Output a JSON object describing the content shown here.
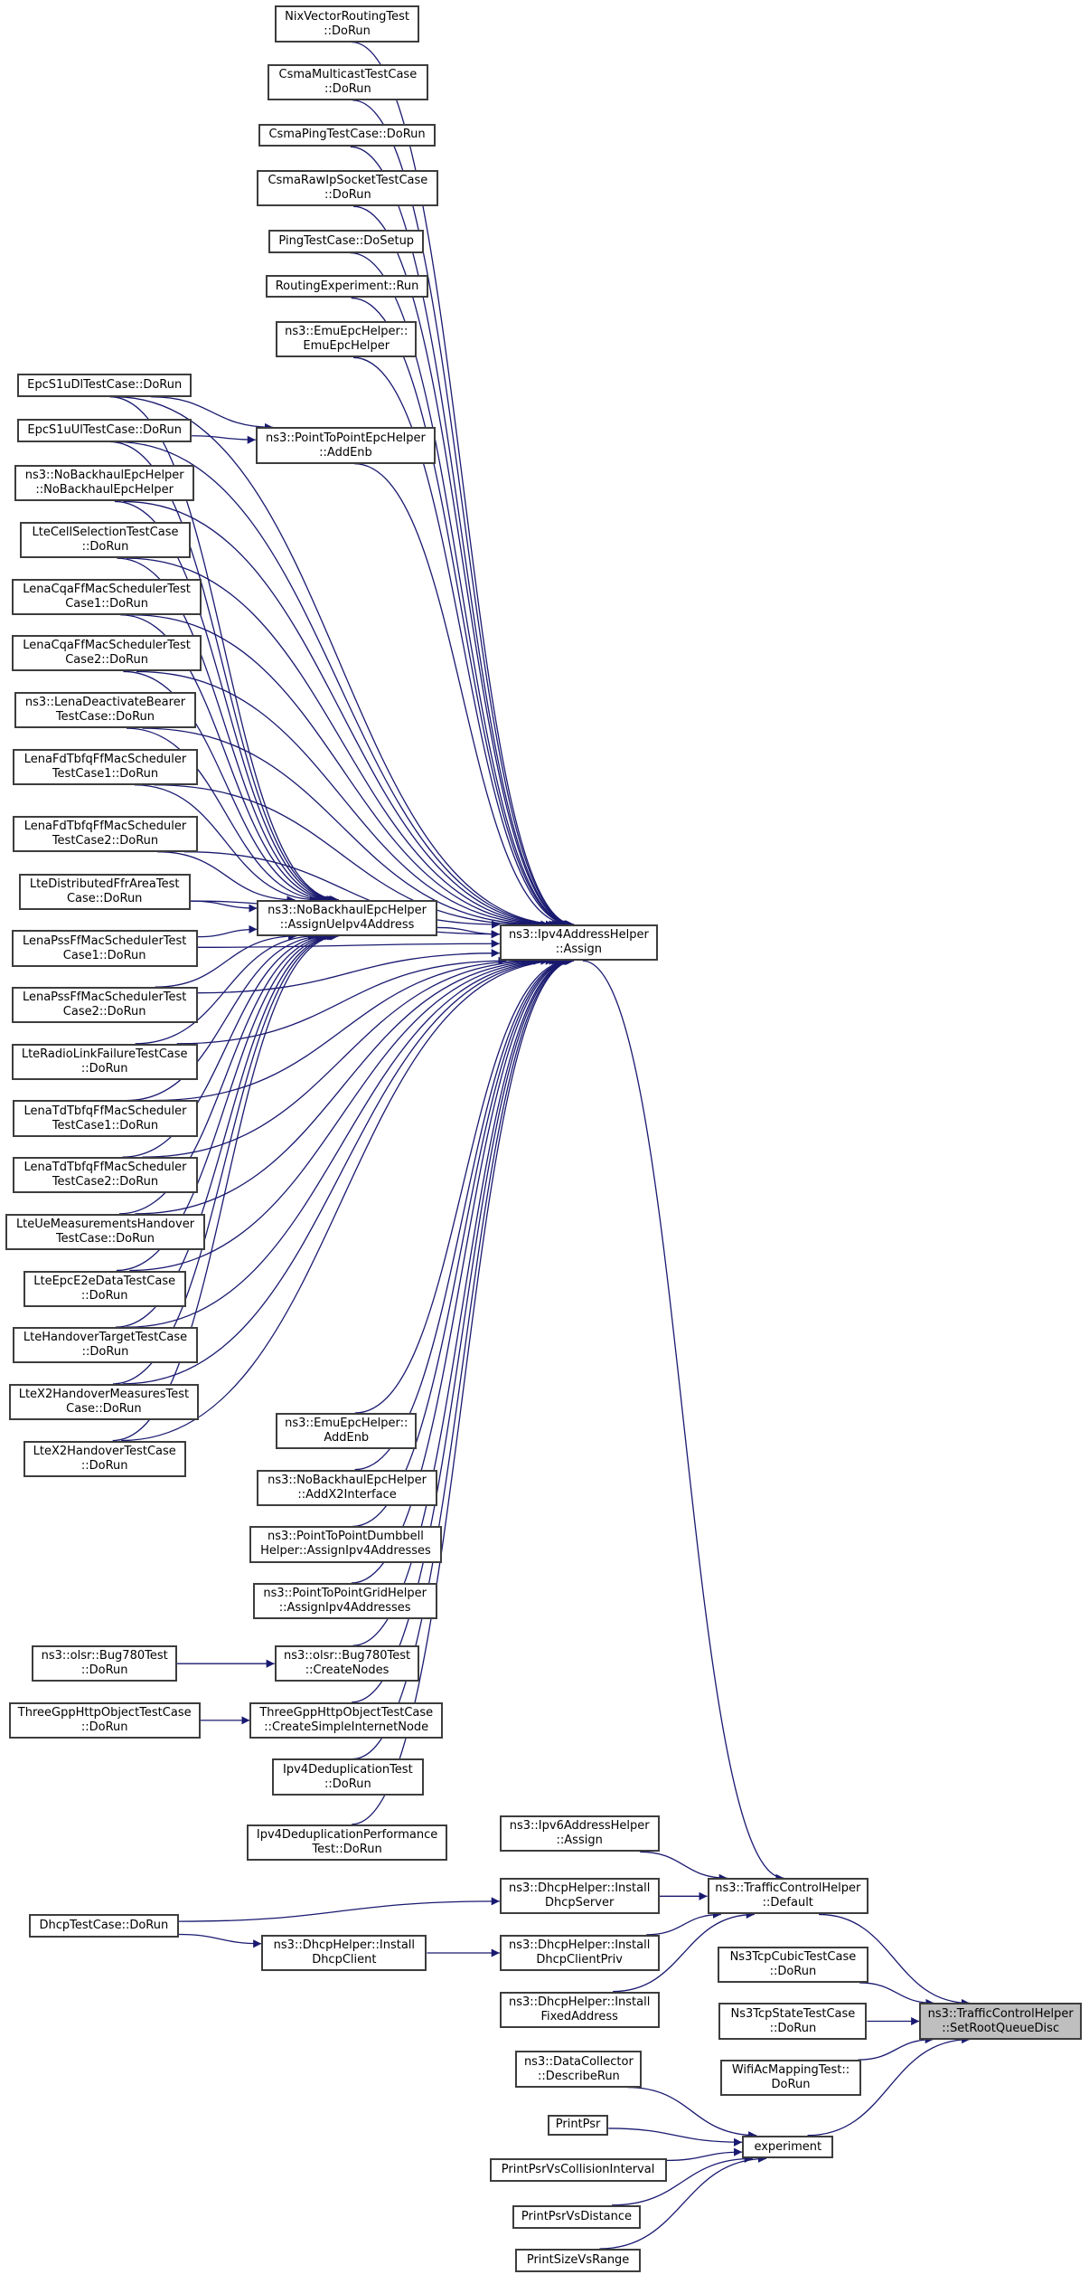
{
  "title": "ns3::TrafficControlHelper::SetRootQueueDisc caller graph",
  "colors": {
    "edge": "#191970",
    "node_border": "#3d3d3d",
    "target_fill": "#bfbfbf"
  },
  "nodes": [
    {
      "id": "nix",
      "label": "NixVectorRoutingTest\n::DoRun"
    },
    {
      "id": "csmamc",
      "label": "CsmaMulticastTestCase\n::DoRun"
    },
    {
      "id": "csmaping",
      "label": "CsmaPingTestCase::DoRun"
    },
    {
      "id": "csmaraw",
      "label": "CsmaRawIpSocketTestCase\n::DoRun"
    },
    {
      "id": "pingsetup",
      "label": "PingTestCase::DoSetup"
    },
    {
      "id": "routing",
      "label": "RoutingExperiment::Run"
    },
    {
      "id": "emuctor",
      "label": "ns3::EmuEpcHelper::\nEmuEpcHelper"
    },
    {
      "id": "s1udl",
      "label": "EpcS1uDlTestCase::DoRun"
    },
    {
      "id": "s1uul",
      "label": "EpcS1uUlTestCase::DoRun"
    },
    {
      "id": "p2paddenb",
      "label": "ns3::PointToPointEpcHelper\n::AddEnb"
    },
    {
      "id": "nobhctor",
      "label": "ns3::NoBackhaulEpcHelper\n::NoBackhaulEpcHelper"
    },
    {
      "id": "cellsel",
      "label": "LteCellSelectionTestCase\n::DoRun"
    },
    {
      "id": "cqa1",
      "label": "LenaCqaFfMacSchedulerTest\nCase1::DoRun"
    },
    {
      "id": "cqa2",
      "label": "LenaCqaFfMacSchedulerTest\nCase2::DoRun"
    },
    {
      "id": "deact",
      "label": "ns3::LenaDeactivateBearer\nTestCase::DoRun"
    },
    {
      "id": "fd1",
      "label": "LenaFdTbfqFfMacScheduler\nTestCase1::DoRun"
    },
    {
      "id": "fd2",
      "label": "LenaFdTbfqFfMacScheduler\nTestCase2::DoRun"
    },
    {
      "id": "ffr",
      "label": "LteDistributedFfrAreaTest\nCase::DoRun"
    },
    {
      "id": "assignue",
      "label": "ns3::NoBackhaulEpcHelper\n::AssignUeIpv4Address"
    },
    {
      "id": "pss1",
      "label": "LenaPssFfMacSchedulerTest\nCase1::DoRun"
    },
    {
      "id": "pss2",
      "label": "LenaPssFfMacSchedulerTest\nCase2::DoRun"
    },
    {
      "id": "rlf",
      "label": "LteRadioLinkFailureTestCase\n::DoRun"
    },
    {
      "id": "td1",
      "label": "LenaTdTbfqFfMacScheduler\nTestCase1::DoRun"
    },
    {
      "id": "td2",
      "label": "LenaTdTbfqFfMacScheduler\nTestCase2::DoRun"
    },
    {
      "id": "uemeas",
      "label": "LteUeMeasurementsHandover\nTestCase::DoRun"
    },
    {
      "id": "e2e",
      "label": "LteEpcE2eDataTestCase\n::DoRun"
    },
    {
      "id": "hotarget",
      "label": "LteHandoverTargetTestCase\n::DoRun"
    },
    {
      "id": "x2meas",
      "label": "LteX2HandoverMeasuresTest\nCase::DoRun"
    },
    {
      "id": "x2ho",
      "label": "LteX2HandoverTestCase\n::DoRun"
    },
    {
      "id": "emuaddenb",
      "label": "ns3::EmuEpcHelper::\nAddEnb"
    },
    {
      "id": "addx2",
      "label": "ns3::NoBackhaulEpcHelper\n::AddX2Interface"
    },
    {
      "id": "dumbbell",
      "label": "ns3::PointToPointDumbbell\nHelper::AssignIpv4Addresses"
    },
    {
      "id": "grid",
      "label": "ns3::PointToPointGridHelper\n::AssignIpv4Addresses"
    },
    {
      "id": "bugrun",
      "label": "ns3::olsr::Bug780Test\n::DoRun"
    },
    {
      "id": "bugnodes",
      "label": "ns3::olsr::Bug780Test\n::CreateNodes"
    },
    {
      "id": "httprun",
      "label": "ThreeGppHttpObjectTestCase\n::DoRun"
    },
    {
      "id": "httpnode",
      "label": "ThreeGppHttpObjectTestCase\n::CreateSimpleInternetNode"
    },
    {
      "id": "dedup",
      "label": "Ipv4DeduplicationTest\n::DoRun"
    },
    {
      "id": "dedupperf",
      "label": "Ipv4DeduplicationPerformance\nTest::DoRun"
    },
    {
      "id": "v4assign",
      "label": "ns3::Ipv4AddressHelper\n::Assign"
    },
    {
      "id": "v6assign",
      "label": "ns3::Ipv6AddressHelper\n::Assign"
    },
    {
      "id": "dhcpserver",
      "label": "ns3::DhcpHelper::Install\nDhcpServer"
    },
    {
      "id": "dhcptest",
      "label": "DhcpTestCase::DoRun"
    },
    {
      "id": "dhcpclient",
      "label": "ns3::DhcpHelper::Install\nDhcpClient"
    },
    {
      "id": "dhcpclientpriv",
      "label": "ns3::DhcpHelper::Install\nDhcpClientPriv"
    },
    {
      "id": "fixedaddr",
      "label": "ns3::DhcpHelper::Install\nFixedAddress"
    },
    {
      "id": "tchdefault",
      "label": "ns3::TrafficControlHelper\n::Default"
    },
    {
      "id": "cubic",
      "label": "Ns3TcpCubicTestCase\n::DoRun"
    },
    {
      "id": "tcpstate",
      "label": "Ns3TcpStateTestCase\n::DoRun"
    },
    {
      "id": "wifiac",
      "label": "WifiAcMappingTest::\nDoRun"
    },
    {
      "id": "setroot",
      "label": "ns3::TrafficControlHelper\n::SetRootQueueDisc",
      "target": true
    },
    {
      "id": "describe",
      "label": "ns3::DataCollector\n::DescribeRun"
    },
    {
      "id": "printpsr",
      "label": "PrintPsr"
    },
    {
      "id": "psrcoll",
      "label": "PrintPsrVsCollisionInterval"
    },
    {
      "id": "psrdist",
      "label": "PrintPsrVsDistance"
    },
    {
      "id": "sizerange",
      "label": "PrintSizeVsRange"
    },
    {
      "id": "experiment",
      "label": "experiment"
    }
  ],
  "edges": [
    [
      "nix",
      "v4assign"
    ],
    [
      "csmamc",
      "v4assign"
    ],
    [
      "csmaping",
      "v4assign"
    ],
    [
      "csmaraw",
      "v4assign"
    ],
    [
      "pingsetup",
      "v4assign"
    ],
    [
      "routing",
      "v4assign"
    ],
    [
      "emuctor",
      "v4assign"
    ],
    [
      "s1udl",
      "v4assign"
    ],
    [
      "s1udl",
      "p2paddenb"
    ],
    [
      "s1udl",
      "assignue"
    ],
    [
      "s1uul",
      "p2paddenb"
    ],
    [
      "s1uul",
      "v4assign"
    ],
    [
      "s1uul",
      "assignue"
    ],
    [
      "p2paddenb",
      "v4assign"
    ],
    [
      "nobhctor",
      "v4assign"
    ],
    [
      "nobhctor",
      "assignue"
    ],
    [
      "cellsel",
      "v4assign"
    ],
    [
      "cellsel",
      "assignue"
    ],
    [
      "cqa1",
      "v4assign"
    ],
    [
      "cqa1",
      "assignue"
    ],
    [
      "cqa2",
      "v4assign"
    ],
    [
      "cqa2",
      "assignue"
    ],
    [
      "deact",
      "v4assign"
    ],
    [
      "deact",
      "assignue"
    ],
    [
      "fd1",
      "v4assign"
    ],
    [
      "fd1",
      "assignue"
    ],
    [
      "fd2",
      "v4assign"
    ],
    [
      "fd2",
      "assignue"
    ],
    [
      "ffr",
      "v4assign"
    ],
    [
      "ffr",
      "assignue"
    ],
    [
      "assignue",
      "v4assign"
    ],
    [
      "pss1",
      "v4assign"
    ],
    [
      "pss1",
      "assignue"
    ],
    [
      "pss2",
      "v4assign"
    ],
    [
      "pss2",
      "assignue"
    ],
    [
      "rlf",
      "v4assign"
    ],
    [
      "rlf",
      "assignue"
    ],
    [
      "td1",
      "v4assign"
    ],
    [
      "td1",
      "assignue"
    ],
    [
      "td2",
      "v4assign"
    ],
    [
      "td2",
      "assignue"
    ],
    [
      "uemeas",
      "v4assign"
    ],
    [
      "uemeas",
      "assignue"
    ],
    [
      "e2e",
      "v4assign"
    ],
    [
      "e2e",
      "assignue"
    ],
    [
      "hotarget",
      "v4assign"
    ],
    [
      "hotarget",
      "assignue"
    ],
    [
      "x2meas",
      "v4assign"
    ],
    [
      "x2meas",
      "assignue"
    ],
    [
      "x2ho",
      "v4assign"
    ],
    [
      "x2ho",
      "assignue"
    ],
    [
      "emuaddenb",
      "v4assign"
    ],
    [
      "addx2",
      "v4assign"
    ],
    [
      "dumbbell",
      "v4assign"
    ],
    [
      "grid",
      "v4assign"
    ],
    [
      "bugrun",
      "bugnodes"
    ],
    [
      "bugnodes",
      "v4assign"
    ],
    [
      "httprun",
      "httpnode"
    ],
    [
      "httpnode",
      "v4assign"
    ],
    [
      "dedup",
      "v4assign"
    ],
    [
      "dedupperf",
      "v4assign"
    ],
    [
      "v4assign",
      "tchdefault"
    ],
    [
      "v6assign",
      "tchdefault"
    ],
    [
      "dhcptest",
      "dhcpserver"
    ],
    [
      "dhcptest",
      "dhcpclient"
    ],
    [
      "dhcpclient",
      "dhcpclientpriv"
    ],
    [
      "dhcpserver",
      "tchdefault"
    ],
    [
      "dhcpclientpriv",
      "tchdefault"
    ],
    [
      "fixedaddr",
      "tchdefault"
    ],
    [
      "tchdefault",
      "setroot"
    ],
    [
      "cubic",
      "setroot"
    ],
    [
      "tcpstate",
      "setroot"
    ],
    [
      "wifiac",
      "setroot"
    ],
    [
      "experiment",
      "setroot"
    ],
    [
      "describe",
      "experiment"
    ],
    [
      "printpsr",
      "experiment"
    ],
    [
      "psrcoll",
      "experiment"
    ],
    [
      "psrdist",
      "experiment"
    ],
    [
      "sizerange",
      "experiment"
    ]
  ]
}
